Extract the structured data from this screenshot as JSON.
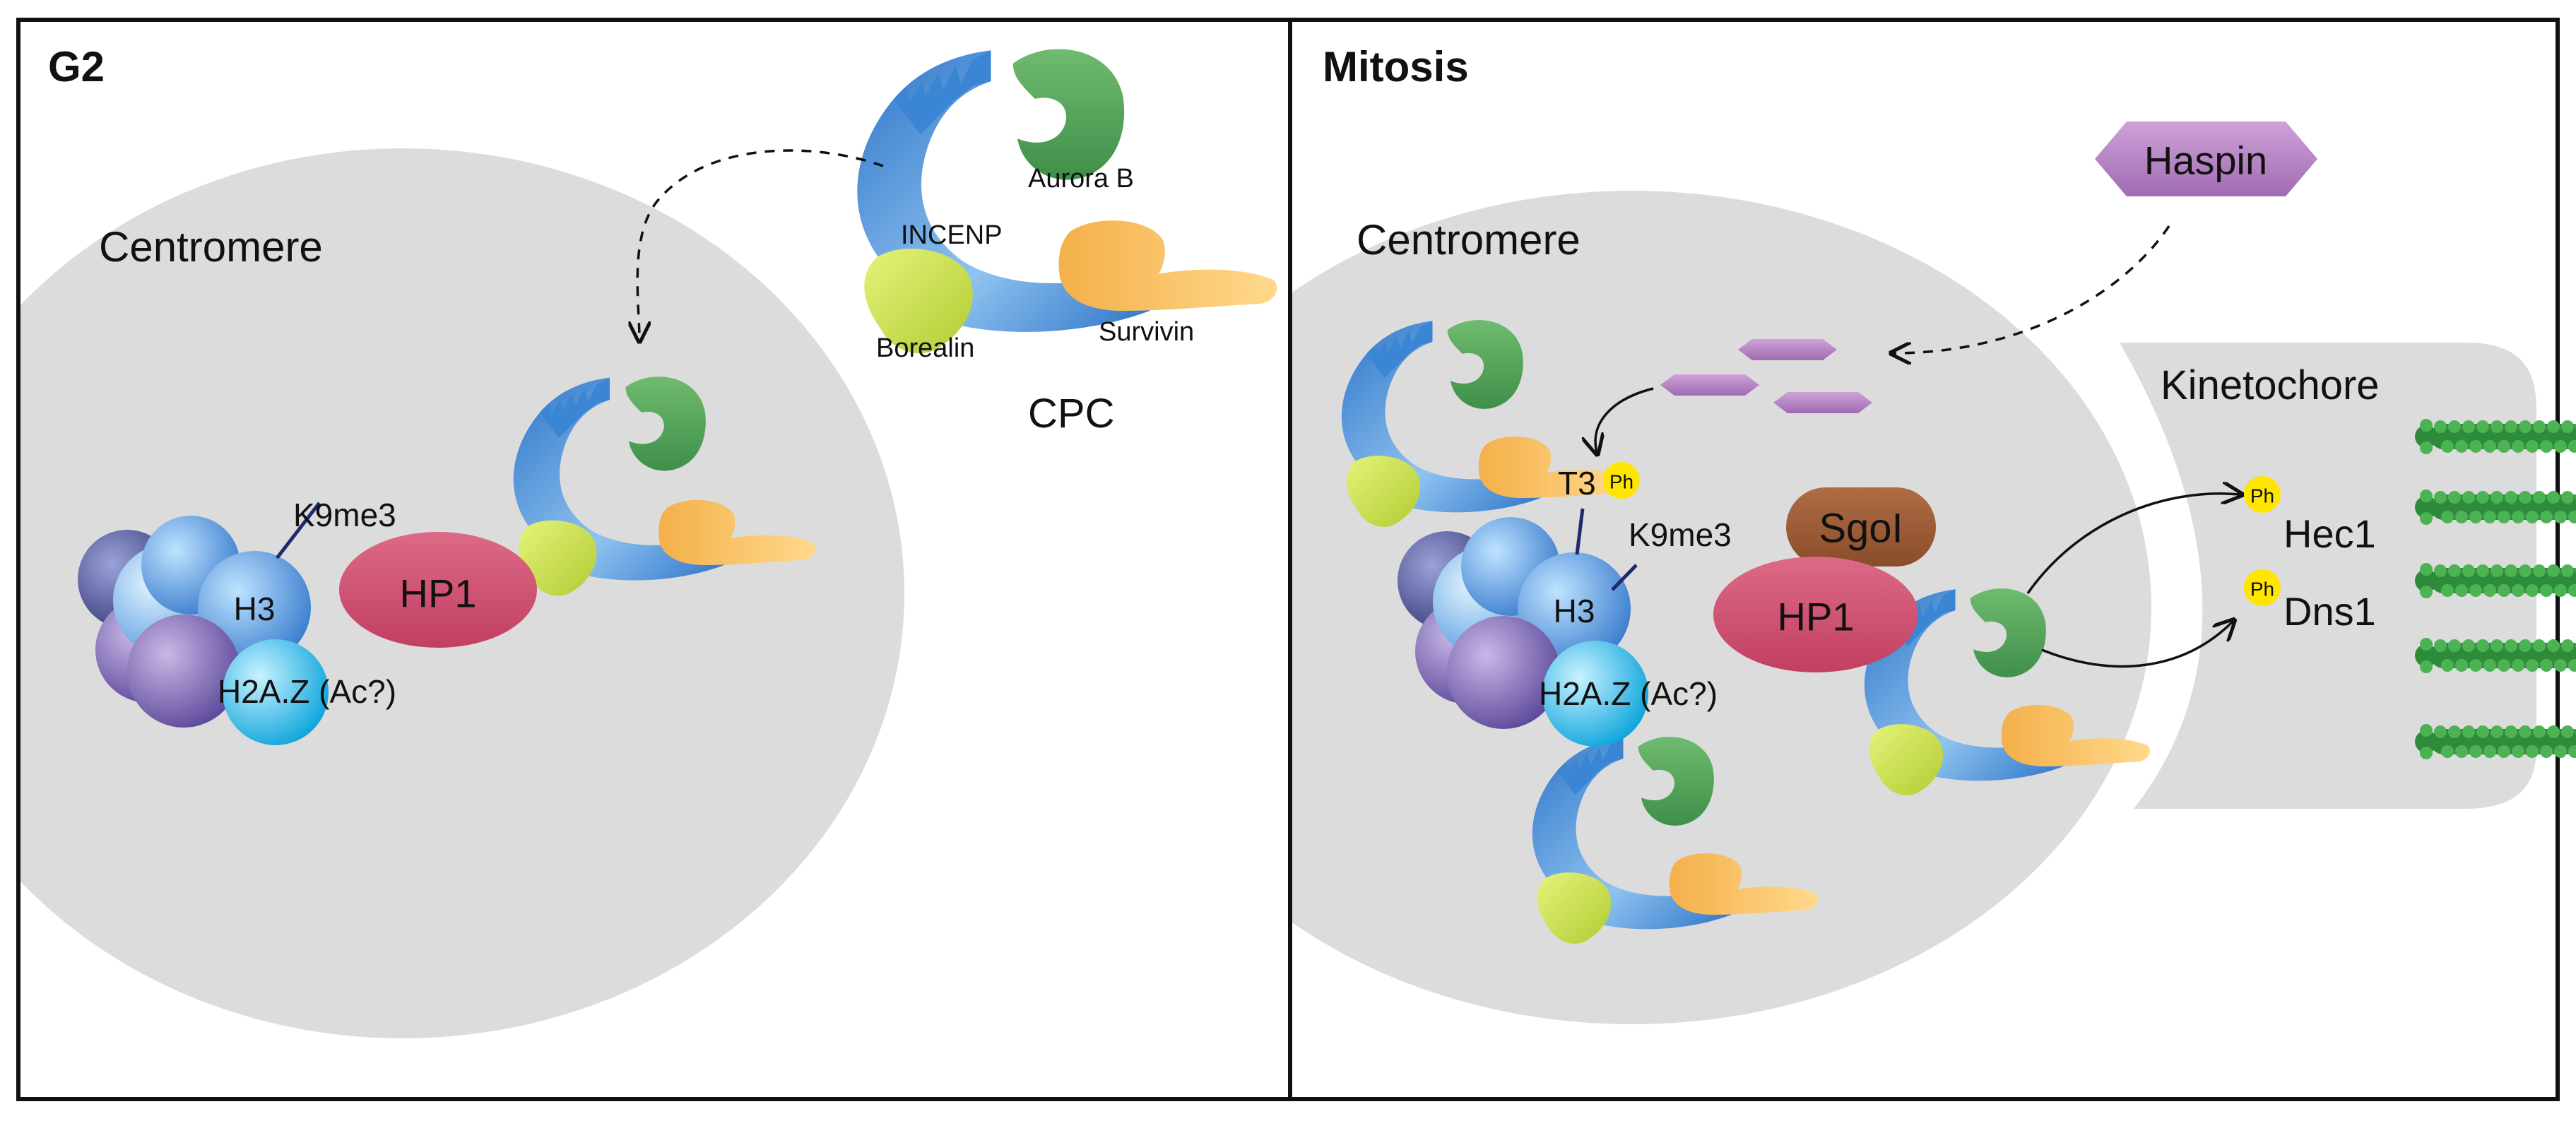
{
  "panels": {
    "g2": {
      "title": "G2",
      "region_label": "Centromere",
      "cpc_label": "CPC",
      "cpc_parts": {
        "incenp": "INCENP",
        "aurora_b": "Aurora B",
        "borealin": "Borealin",
        "survivin": "Survivin"
      },
      "histone_mark": "K9me3",
      "h3": "H3",
      "h2az": "H2A.Z (Ac?)",
      "hp1": "HP1"
    },
    "mitosis": {
      "title": "Mitosis",
      "region_label": "Centromere",
      "kinetochore_label": "Kinetochore",
      "haspin": "Haspin",
      "sgol": "SgoI",
      "hp1": "HP1",
      "h3": "H3",
      "h2az": "H2A.Z (Ac?)",
      "t3": "T3",
      "histone_mark": "K9me3",
      "ph": "Ph",
      "hec1": "Hec1",
      "dns1": "Dns1"
    }
  },
  "colors": {
    "region_fill": "#dcdcdc",
    "incenp": "#4a8fd6",
    "aurora_b": "#5aa35a",
    "borealin": "#c9df4a",
    "survivin": "#f7c46a",
    "hp1": "#cf4f6e",
    "haspin": "#b57bc2",
    "sgol": "#9b5a35",
    "h3": "#4b8fd8",
    "h2az": "#25b6e6",
    "dark_nucleosome": "#4a4f8a",
    "phospho": "#ffe600",
    "microtubule": "#2e8b3a"
  }
}
